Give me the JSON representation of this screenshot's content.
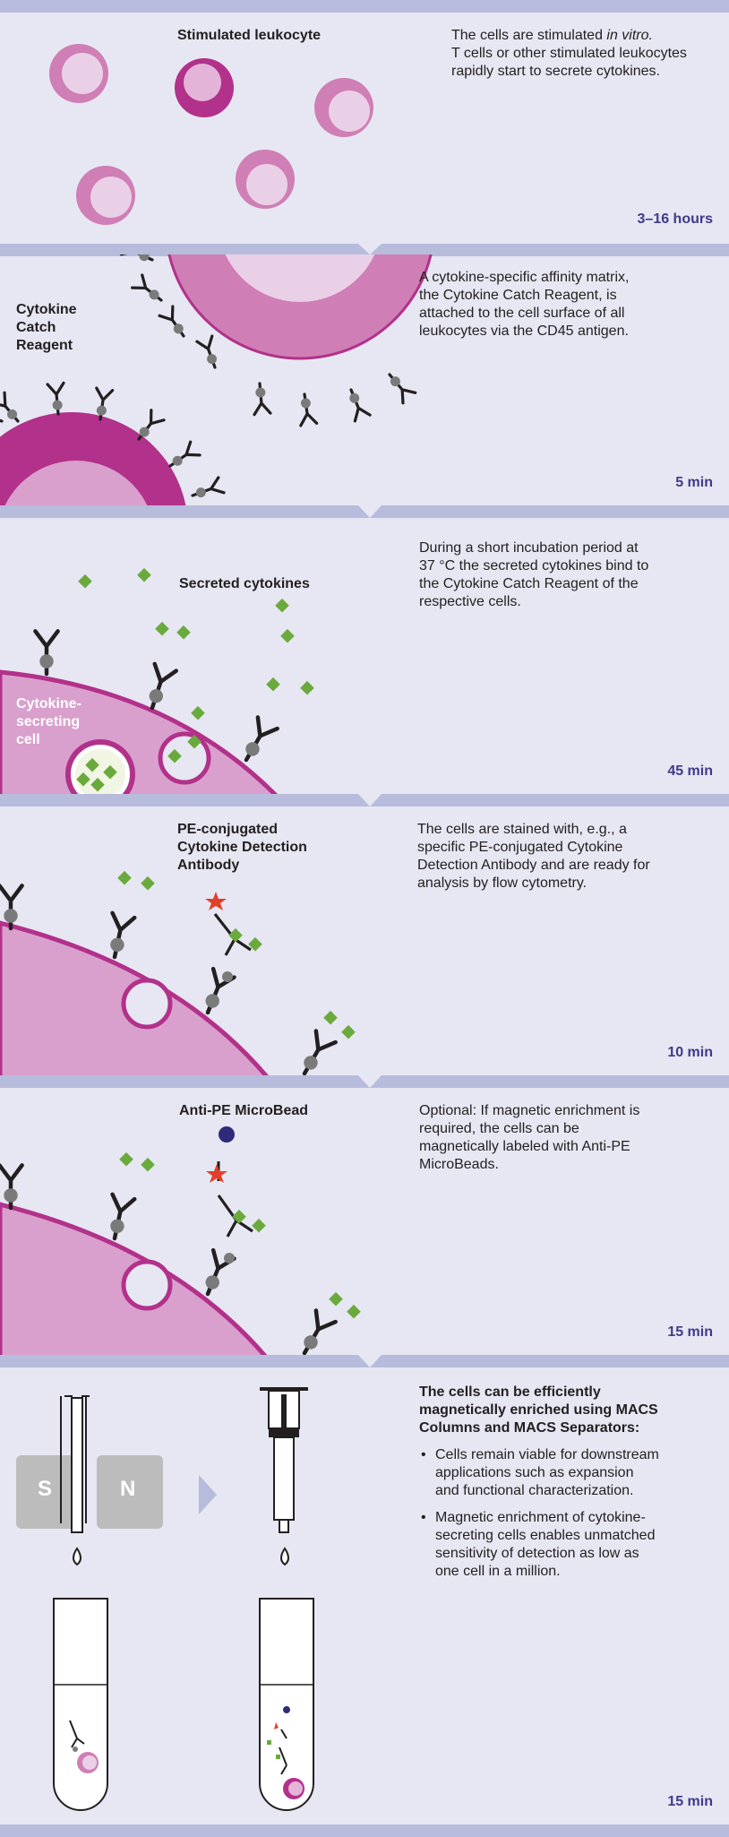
{
  "colors": {
    "background": "#e6e7f2",
    "band": "#b7bcdc",
    "cell_magenta": "#b2318a",
    "cell_mid": "#cf7fb5",
    "cell_light": "#e4b4d8",
    "cytoplasm": "#d9a0cd",
    "antigen_green": "#6aaa3c",
    "pe_red": "#e2402a",
    "bead_navy": "#2f2a7a",
    "time_text": "#3f3a8a"
  },
  "steps": [
    {
      "label": "Stimulated leukocyte",
      "description_before": "The cells are stimulated ",
      "description_italic": "in vitro.",
      "description_after": "T cells or other stimulated leukocytes rapidly start to secrete cytokines.",
      "time": "3–16 hours"
    },
    {
      "label": "Cytokine Catch Reagent",
      "description": "A cytokine-specific affinity matrix, the Cytokine Catch Reagent, is attached to the cell surface of all leukocytes via the CD45 antigen.",
      "time": "5 min"
    },
    {
      "label": "Secreted cytokines",
      "label2": "Cytokine-secreting cell",
      "description": "During a short incubation period at 37 °C the secreted cytokines bind to the Cytokine Catch Reagent of the respective cells.",
      "time": "45 min"
    },
    {
      "label": "PE-conjugated Cytokine Detection Antibody",
      "description": "The cells are stained with, e.g., a specific PE-conjugated Cytokine Detection Antibody and are ready for analysis by flow cytometry.",
      "time": "10 min"
    },
    {
      "label": "Anti-PE MicroBead",
      "description": "Optional: If magnetic enrichment is required, the cells can be magnetically labeled with Anti-PE MicroBeads.",
      "time": "15 min"
    },
    {
      "magnet_s": "S",
      "magnet_n": "N",
      "description_title": "The cells can be efficiently magnetically enriched using MACS Columns and MACS Separators:",
      "bullets": [
        "Cells remain viable for downstream applications such as expansion and functional characterization.",
        "Magnetic enrichment of cytokine-secreting cells enables unmatched sensitivity of detection as low as one cell in a million."
      ],
      "time": "15 min"
    }
  ]
}
